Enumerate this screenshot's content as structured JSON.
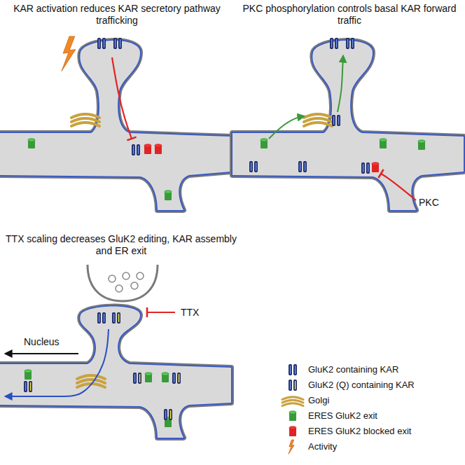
{
  "diagram": {
    "labels": [
      "KAR activation reduces KAR secretory pathway trafficking",
      "PKC phosphorylation controls basal KAR forward traffic",
      "TTX scaling decreases GluK2 editing, KAR assembly and ER exit",
      "PKC",
      "TTX",
      "Nucleus"
    ],
    "legend": [
      {
        "text": "GluK2 containing KAR"
      },
      {
        "text": "GluK2 (Q) containing KAR"
      },
      {
        "text": "Golgi",
        "color": "#c9a23e"
      },
      {
        "text": "ERES GluK2 exit",
        "color": "#3a9a3a"
      },
      {
        "text": "ERES GluK2 blocked exit",
        "color": "#e02424"
      },
      {
        "text": "Activity"
      }
    ]
  }
}
